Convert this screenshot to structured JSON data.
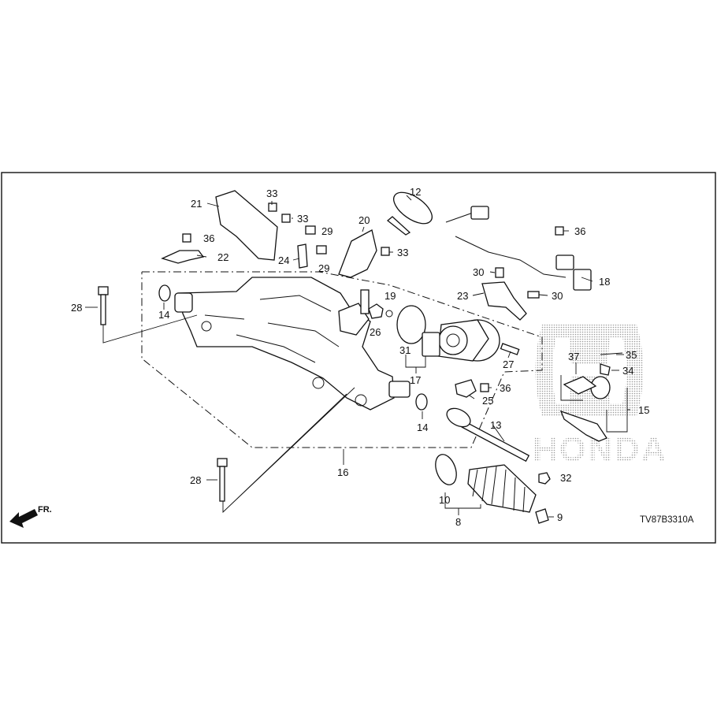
{
  "diagram": {
    "code": "TV87B3310A",
    "direction": "FR.",
    "watermark": "HONDA",
    "callouts": {
      "c8": "8",
      "c9": "9",
      "c10": "10",
      "c12": "12",
      "c13": "13",
      "c14a": "14",
      "c14b": "14",
      "c15": "15",
      "c16": "16",
      "c17": "17",
      "c18": "18",
      "c19": "19",
      "c20": "20",
      "c21": "21",
      "c22": "22",
      "c23": "23",
      "c24": "24",
      "c25": "25",
      "c26": "26",
      "c27": "27",
      "c28a": "28",
      "c28b": "28",
      "c29a": "29",
      "c29b": "29",
      "c30a": "30",
      "c30b": "30",
      "c31": "31",
      "c32": "32",
      "c33a": "33",
      "c33b": "33",
      "c33c": "33",
      "c34": "34",
      "c35": "35",
      "c36a": "36",
      "c36b": "36",
      "c36c": "36",
      "c37": "37"
    }
  }
}
